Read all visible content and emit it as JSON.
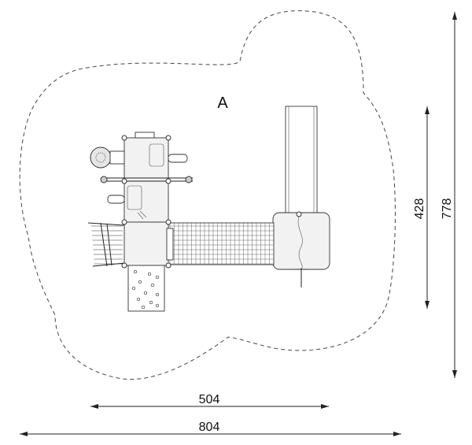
{
  "area_label": "A",
  "dimensions": {
    "width_inner": "504",
    "width_outer": "804",
    "height_inner": "428",
    "height_outer": "778"
  },
  "colors": {
    "line": "#222222",
    "fill": "#f2f2f2"
  }
}
